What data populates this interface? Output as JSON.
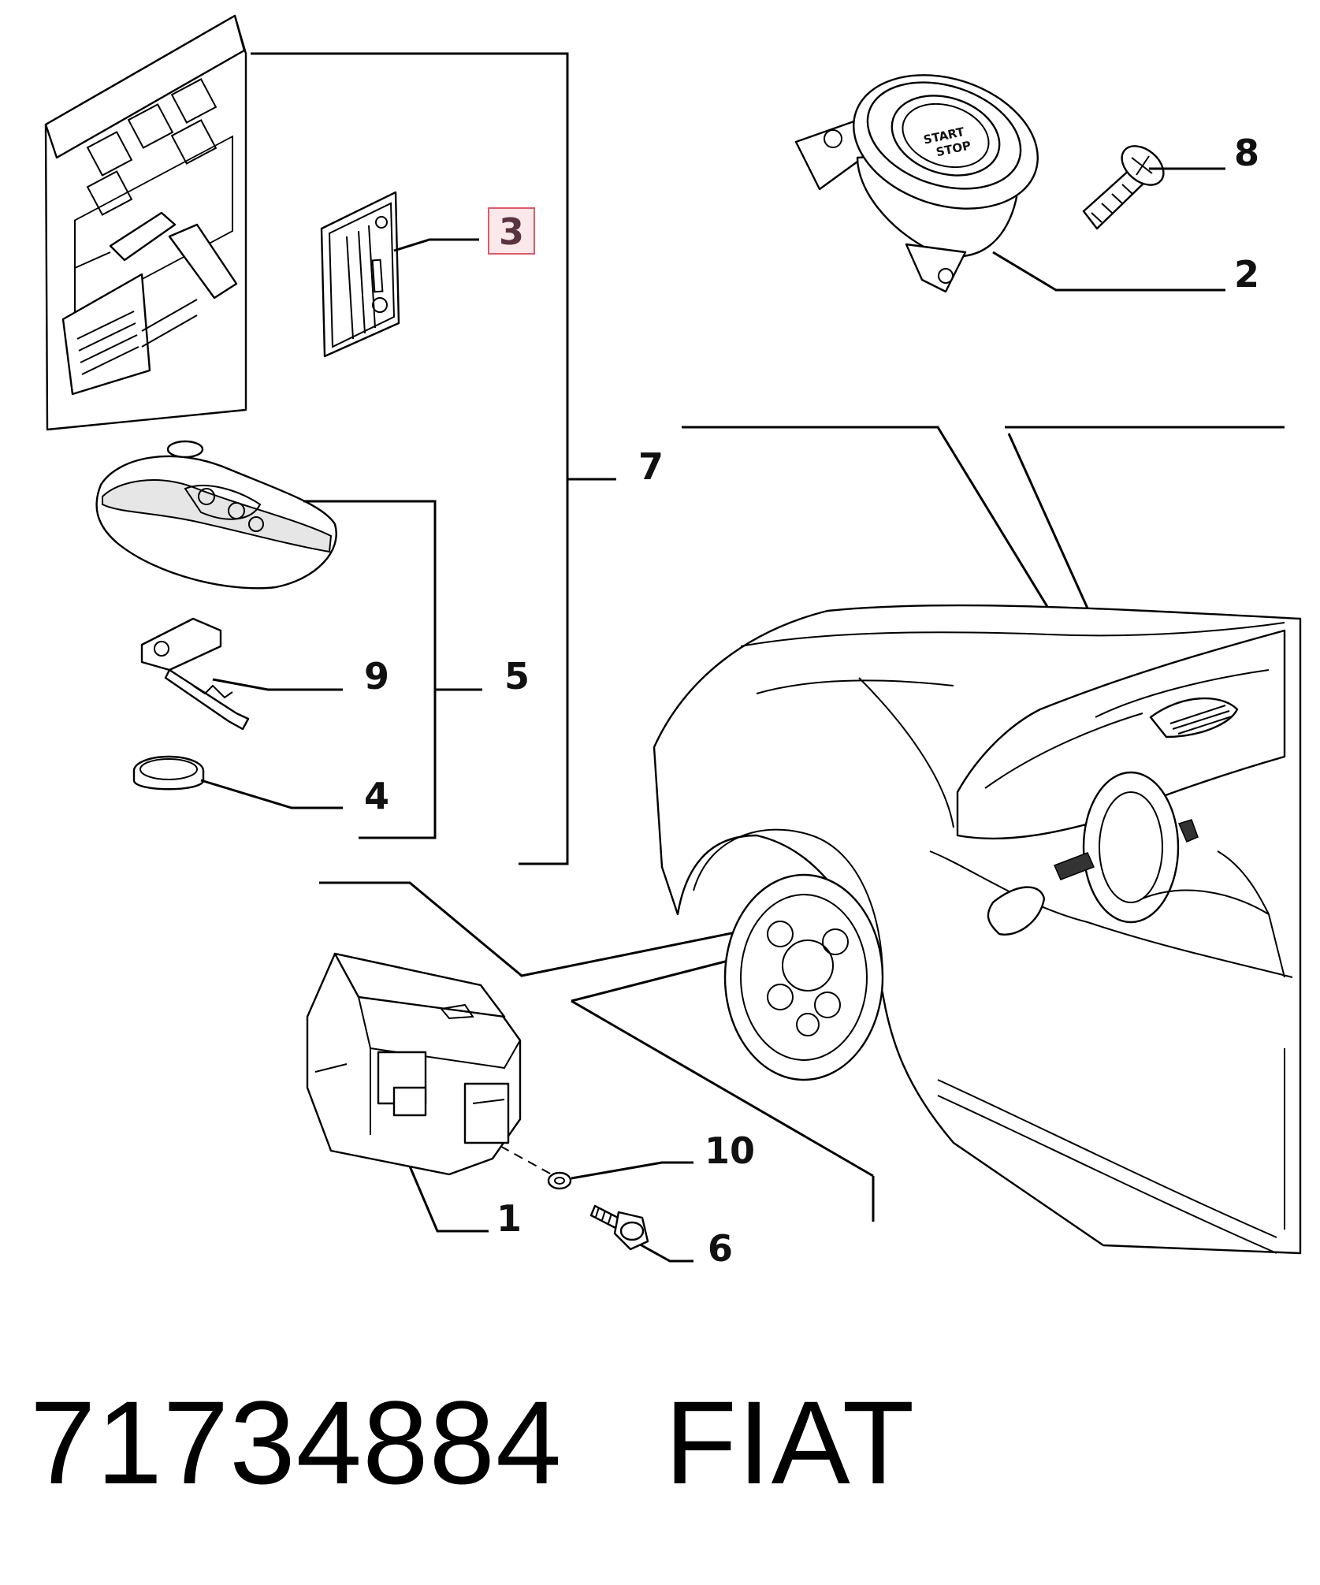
{
  "callouts": {
    "c1": "1",
    "c2": "2",
    "c3": "3",
    "c4": "4",
    "c5": "5",
    "c6": "6",
    "c7": "7",
    "c8": "8",
    "c9": "9",
    "c10": "10"
  },
  "highlight": {
    "callout": "3",
    "color": "#e05a6a",
    "fill": "#fbe8ea"
  },
  "start_stop": {
    "line1": "START",
    "line2": "STOP"
  },
  "caption": {
    "part_number": "71734884",
    "brand": "FIAT"
  }
}
